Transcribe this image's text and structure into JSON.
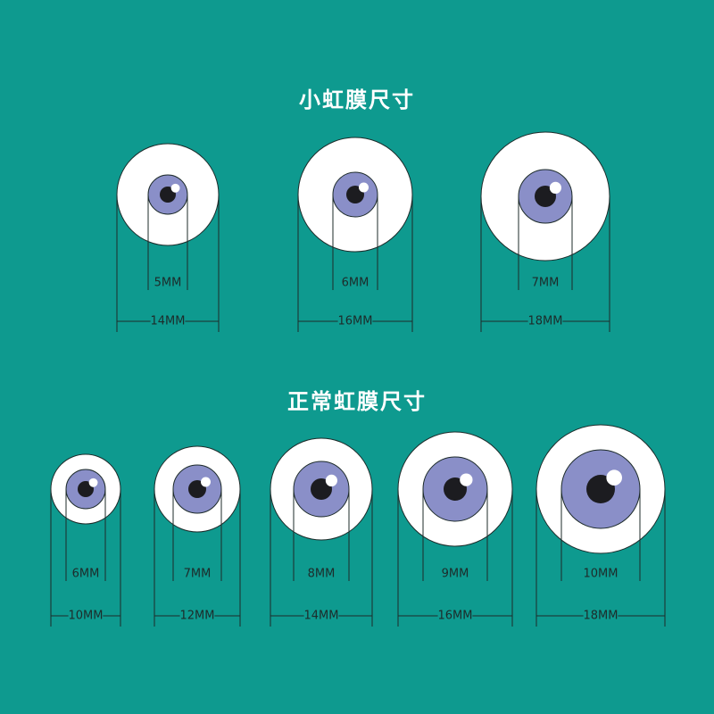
{
  "page": {
    "background": "#0e9a8f",
    "small_section_title": "小虹膜尺寸",
    "normal_section_title": "正常虹膜尺寸"
  },
  "colors": {
    "sclera": "#ffffff",
    "iris": "#8a8fc8",
    "pupil": "#1c1c20",
    "highlight": "#ffffff",
    "line": "#1d2b2a"
  },
  "small_iris": [
    {
      "eye_size": "14MM",
      "iris_size": "5MM"
    },
    {
      "eye_size": "16MM",
      "iris_size": "6MM"
    },
    {
      "eye_size": "18MM",
      "iris_size": "7MM"
    }
  ],
  "normal_iris": [
    {
      "eye_size": "10MM",
      "iris_size": "6MM"
    },
    {
      "eye_size": "12MM",
      "iris_size": "7MM"
    },
    {
      "eye_size": "14MM",
      "iris_size": "8MM"
    },
    {
      "eye_size": "16MM",
      "iris_size": "9MM"
    },
    {
      "eye_size": "18MM",
      "iris_size": "10MM"
    }
  ]
}
